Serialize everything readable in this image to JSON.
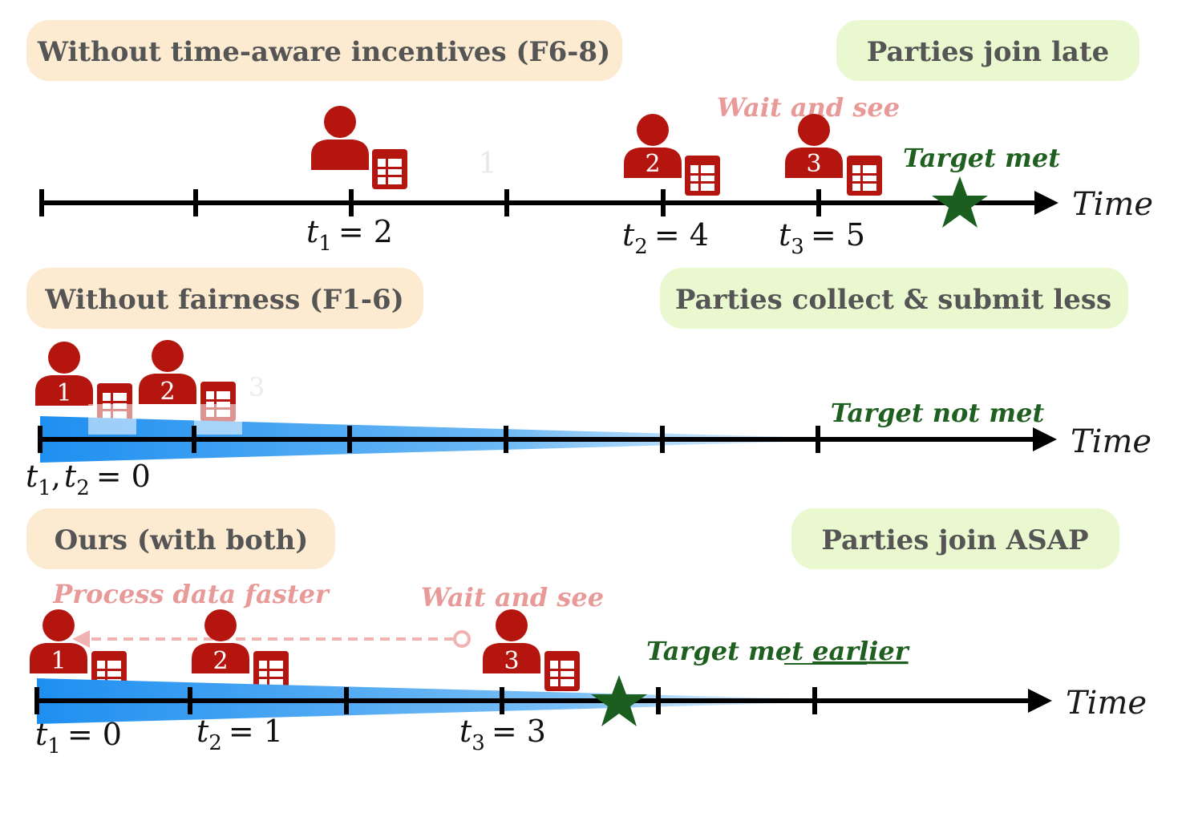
{
  "colors": {
    "pill_left": "#fcebd1",
    "pill_right": "#eaf8cf",
    "person": "#b5150f",
    "axis": "#000000",
    "wedge_start": "#1e8ff0",
    "wedge_end": "#bfe0fb",
    "star": "#1b5e20",
    "pink": "#e89a98",
    "green_text": "#1f5f1f"
  },
  "panels": [
    {
      "left_title": "Without time-aware incentives (F6-8)",
      "right_title": "Parties join late",
      "axis_label": "Time",
      "annotation": "Wait and see",
      "target_label": "Target met",
      "faint_label": "1",
      "times": [
        {
          "var": "t",
          "sub": "1",
          "eq": "= 2"
        },
        {
          "var": "t",
          "sub": "2",
          "eq": "= 4"
        },
        {
          "var": "t",
          "sub": "3",
          "eq": "= 5"
        }
      ],
      "people": [
        "",
        "2",
        "3"
      ]
    },
    {
      "left_title": "Without fairness (F1-6)",
      "right_title": "Parties collect & submit less",
      "axis_label": "Time",
      "target_label": "Target not met",
      "faint_label": "3",
      "times_label": {
        "a": "t",
        "a_sub": "1",
        "sep": ",",
        "b": "t",
        "b_sub": "2",
        "eq": "= 0"
      },
      "people": [
        "1",
        "2"
      ]
    },
    {
      "left_title": "Ours (with both)",
      "right_title": "Parties join ASAP",
      "axis_label": "Time",
      "annotation_left": "Process data faster",
      "annotation_right": "Wait and see",
      "target_label": "Target met ",
      "target_emph": "earlier",
      "times": [
        {
          "var": "t",
          "sub": "1",
          "eq": "= 0"
        },
        {
          "var": "t",
          "sub": "2",
          "eq": "= 1"
        },
        {
          "var": "t",
          "sub": "3",
          "eq": "= 3"
        }
      ],
      "people": [
        "1",
        "2",
        "3"
      ]
    }
  ]
}
